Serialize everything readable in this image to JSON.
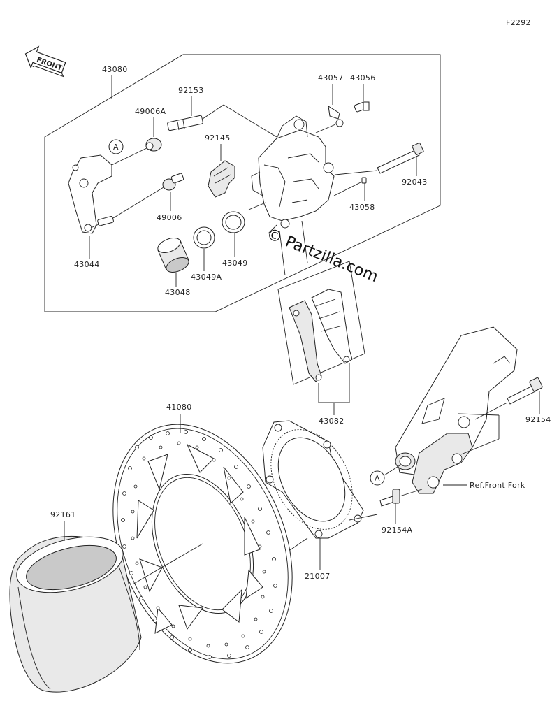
{
  "diagram": {
    "code": "F2292",
    "front_label": "FRONT",
    "watermark": "© Partzilla.com",
    "ref_circle": "A",
    "ref_note": "Ref.Front Fork",
    "parts": {
      "p43080": "43080",
      "p92153": "92153",
      "p49006A": "49006A",
      "p92145": "92145",
      "p43057": "43057",
      "p43056": "43056",
      "p92043": "92043",
      "p43058": "43058",
      "p49006": "49006",
      "p43044": "43044",
      "p43049": "43049",
      "p43049A": "43049A",
      "p43048": "43048",
      "p43082": "43082",
      "p41080": "41080",
      "p92154": "92154",
      "p92154A": "92154A",
      "p92161": "92161",
      "p21007": "21007"
    }
  }
}
